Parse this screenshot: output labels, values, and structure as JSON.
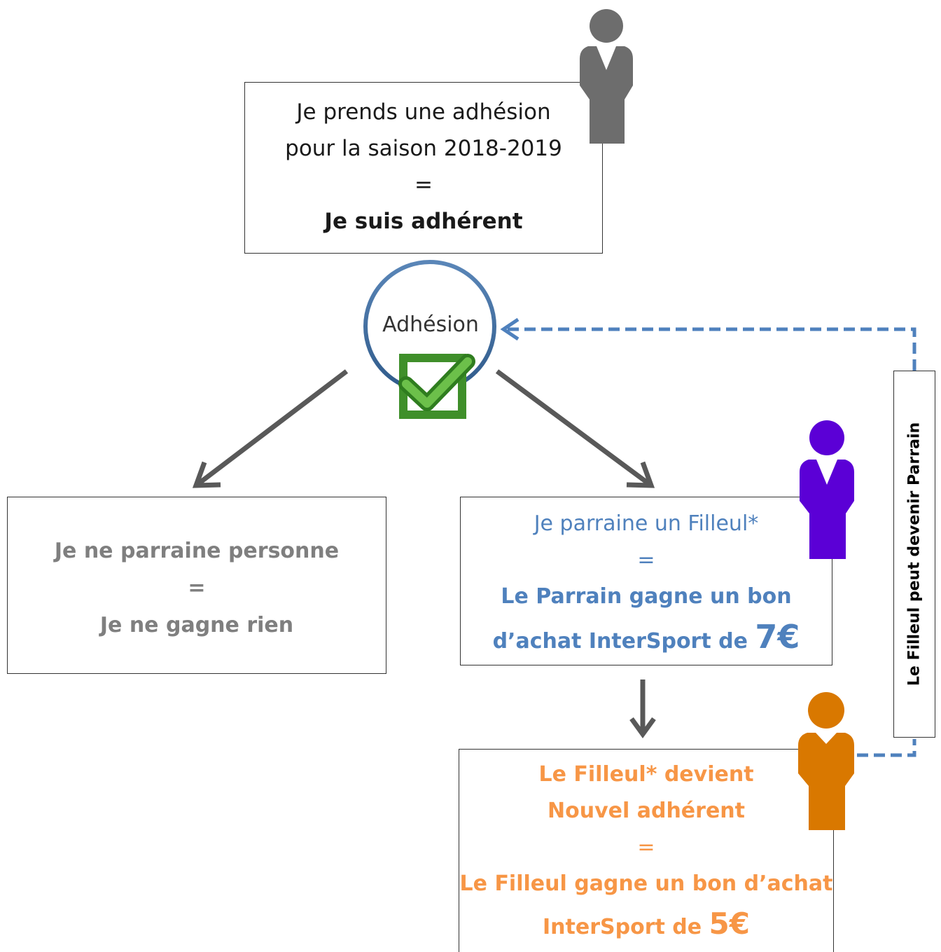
{
  "top_box": {
    "line1": "Je prends une adhésion",
    "line2": "pour la saison 2018-2019",
    "equals": "=",
    "result": "Je suis adhérent"
  },
  "badge": {
    "label": "Adhésion",
    "ring_color": "#3d6a9e",
    "check_color": "#3f9b2a"
  },
  "left_box": {
    "line1": "Je ne parraine personne",
    "equals": "=",
    "line2": "Je ne gagne rien",
    "color": "#7f7f7f"
  },
  "right_box": {
    "line1": "Je parraine un Filleul*",
    "equals": "=",
    "line2": "Le Parrain gagne un bon",
    "line3": "d’achat InterSport de ",
    "amount": "7€",
    "color": "#4f81bd"
  },
  "bottom_box": {
    "line1": "Le Filleul* devient",
    "line2": "Nouvel adhérent",
    "equals": "=",
    "line3": "Le Filleul gagne un bon d’achat",
    "line4": "InterSport de ",
    "amount": "5€",
    "color": "#f79646"
  },
  "side_note": {
    "label": "Le Filleul peut devenir Parrain"
  },
  "people": {
    "adherent_color": "#6d6d6d",
    "parrain_color": "#5b00d6",
    "filleul_color": "#d97800"
  },
  "connectors": {
    "arrow_color": "#595959",
    "dashed_color": "#4f81bd"
  }
}
